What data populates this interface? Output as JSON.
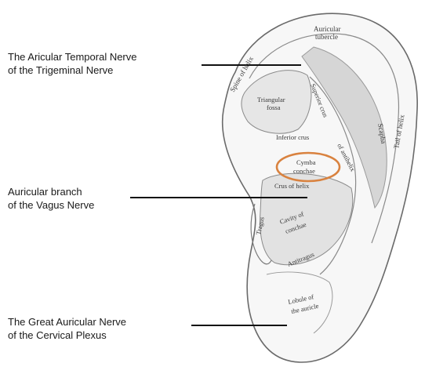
{
  "nerves": [
    {
      "line1": "The Aricular Temporal Nerve",
      "line2": "of the Trigeminal Nerve"
    },
    {
      "line1": "Auricular branch",
      "line2": "of the Vagus Nerve"
    },
    {
      "line1": "The Great Auricular Nerve",
      "line2": "of the Cervical Plexus"
    }
  ],
  "ear_regions": {
    "auricular_tubercle": [
      "Auricular",
      "tubercle"
    ],
    "spine_of_helix": "Spine of helix",
    "triangular_fossa": [
      "Triangular",
      "fossa"
    ],
    "superior_crus": "Superior crus",
    "inferior_crus": "Inferior crus",
    "scapha": "Scapha",
    "tail_of_helix": "Tail of helix",
    "antihelix": "of antihelix",
    "cymba_conchae": [
      "Cymba",
      "conchae"
    ],
    "crus_of_helix": "Crus of helix",
    "tragus": "Tragus",
    "cavity_of_conchae": [
      "Cavity of",
      "conchae"
    ],
    "antitragus": "Antitragus",
    "lobule": [
      "Lobule of",
      "the auricle"
    ]
  },
  "colors": {
    "highlight": "#d9823f",
    "line": "#111111",
    "outline": "#6a6a6a",
    "shade": "#d6d6d6"
  }
}
